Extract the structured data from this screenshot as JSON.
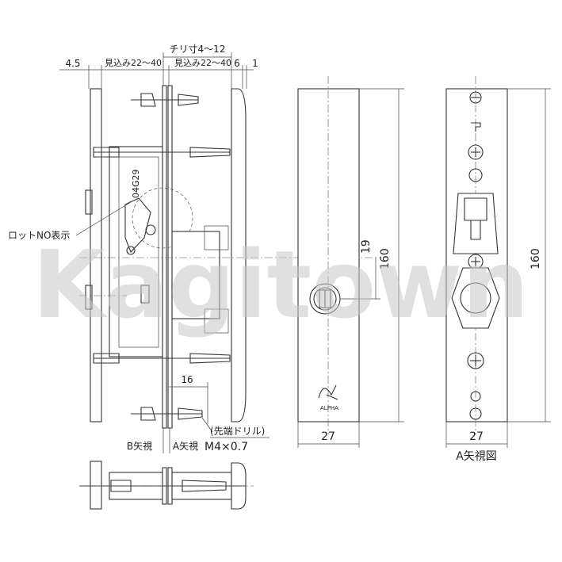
{
  "side_view": {
    "top_dim": "チリ寸4～12",
    "dim_45": "4.5",
    "mikomi_left": "見込み22～40",
    "mikomi_right": "見込み22～40",
    "dim_6": "6",
    "dim_1": "1",
    "rod_label": "ロットNO表示",
    "stamp": "04G29",
    "dim_16": "16",
    "drill_label": "(先端ドリル)",
    "screw_label": "M4×0.7",
    "view_b": "B矢視",
    "view_a": "A矢視"
  },
  "front_view": {
    "dim_19": "19",
    "dim_160": "160",
    "dim_27": "27",
    "logo_text": "ALPHA"
  },
  "a_view": {
    "dim_160": "160",
    "dim_27": "27",
    "caption": "A矢視図"
  },
  "watermark": "Kagitown"
}
